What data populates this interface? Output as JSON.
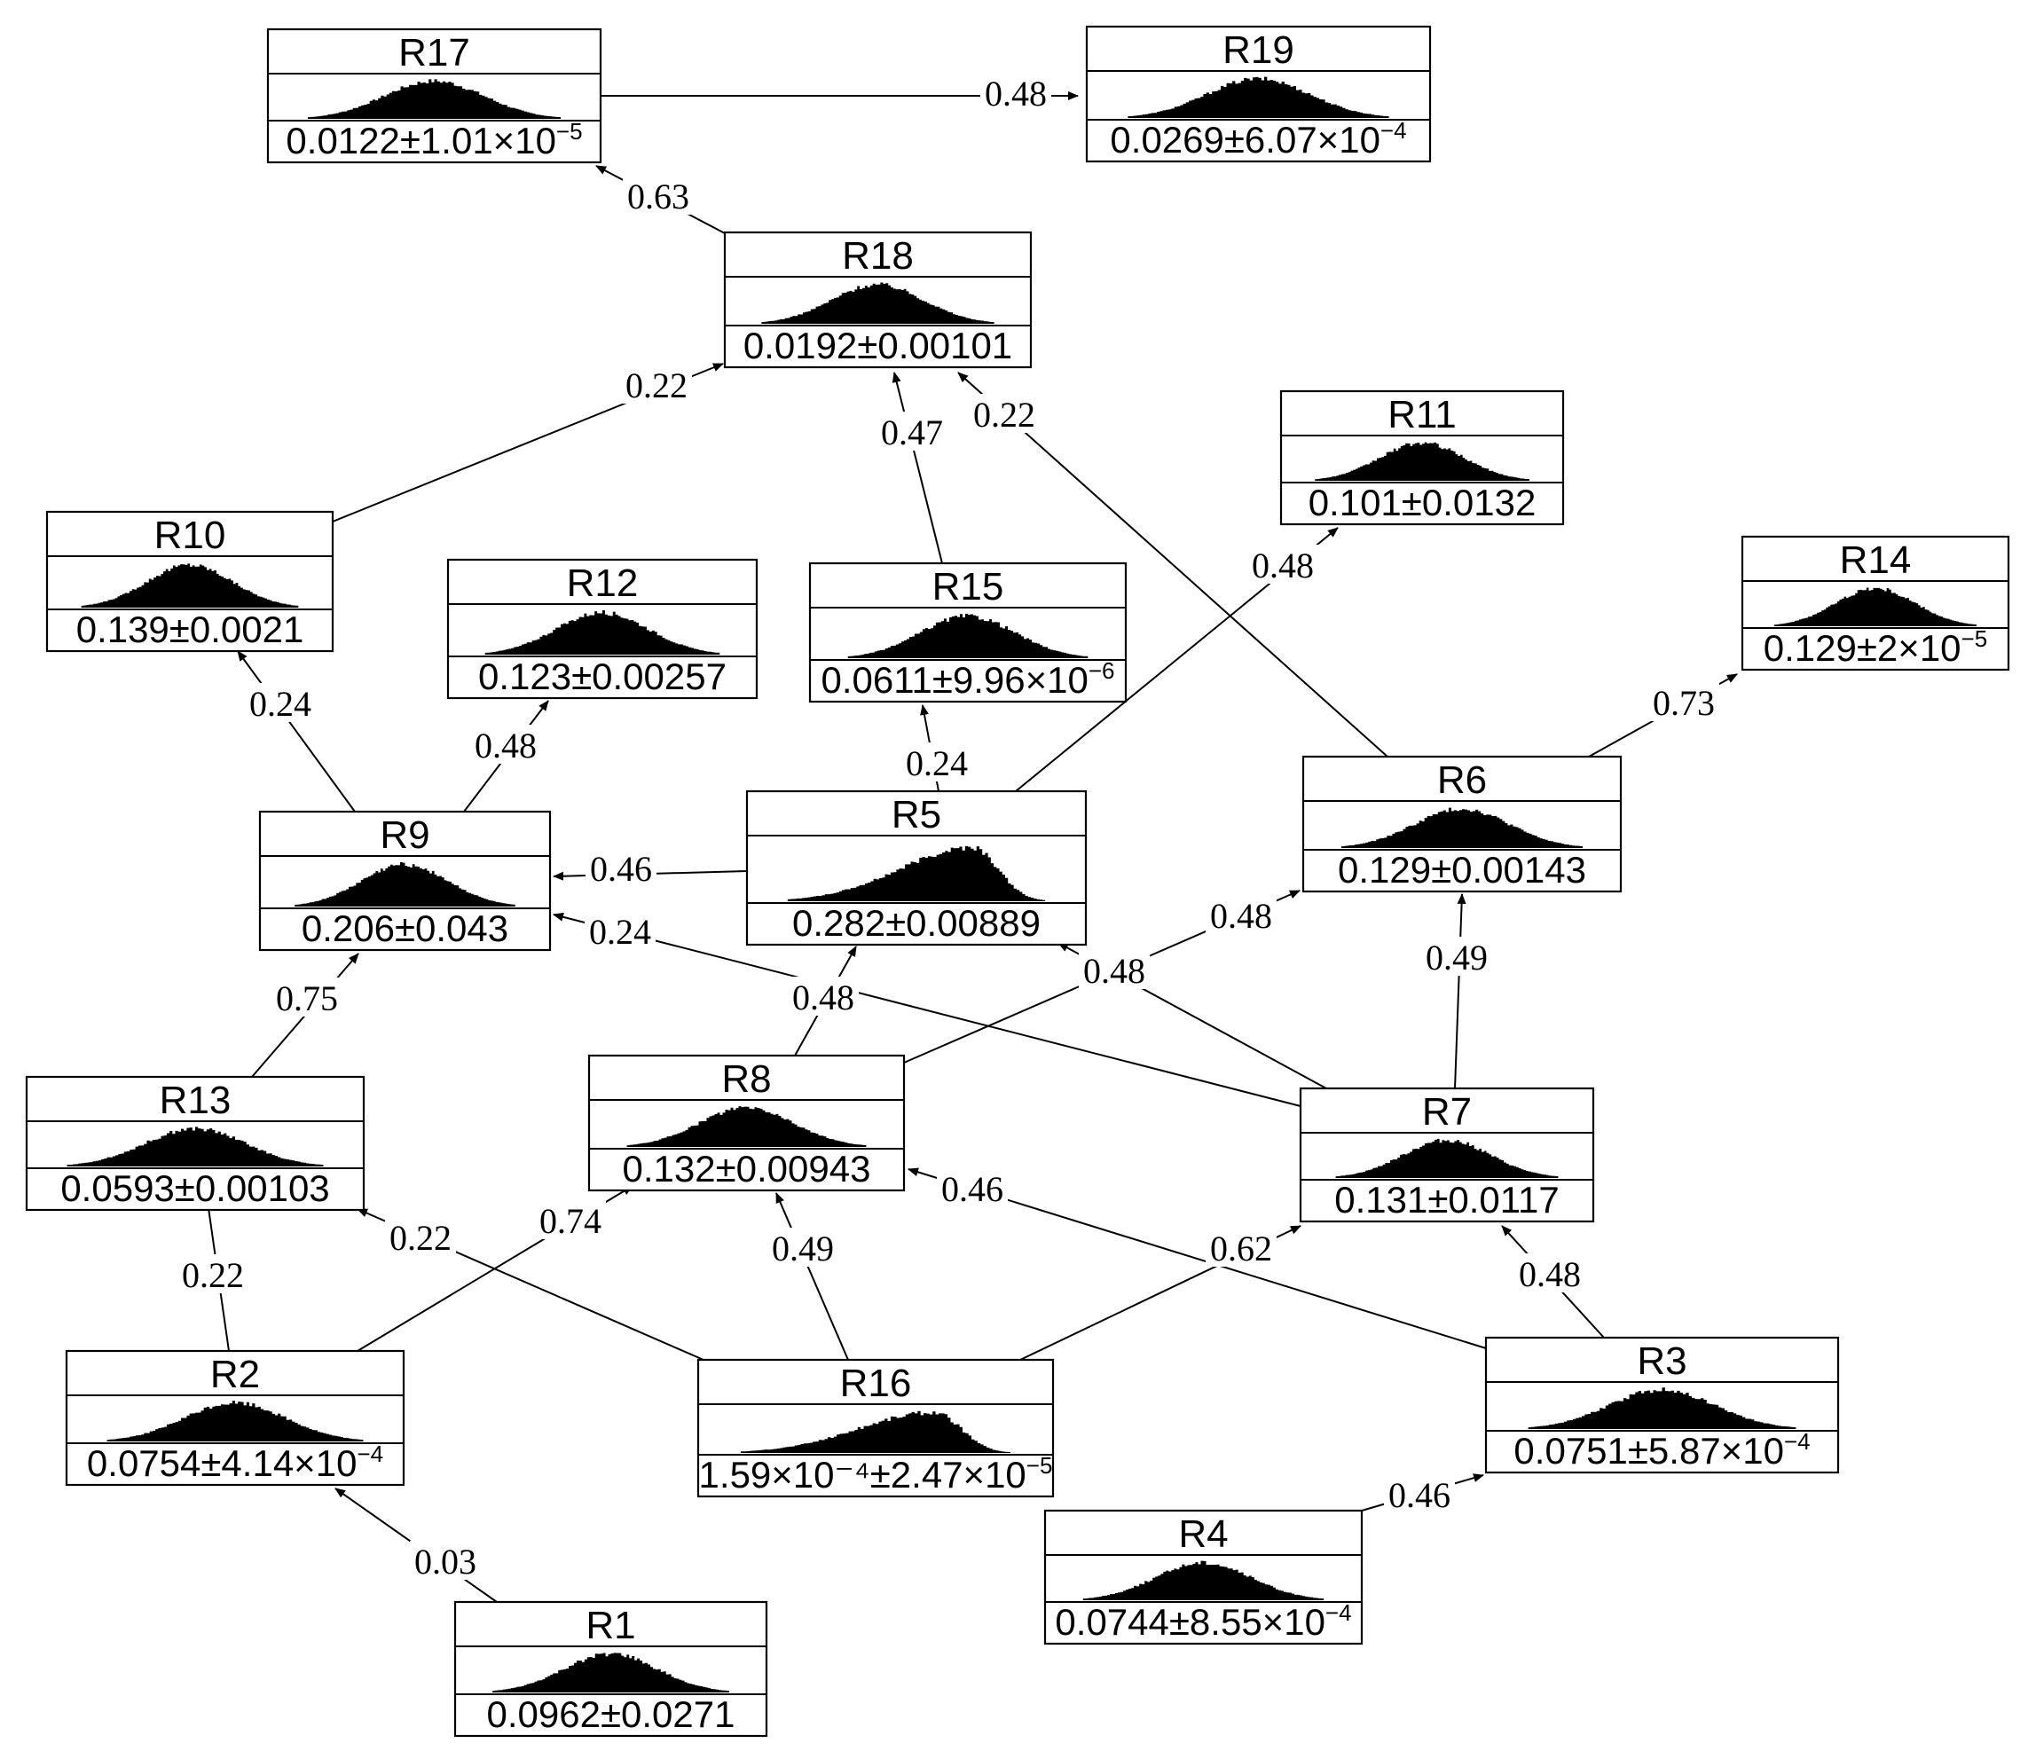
{
  "nodes": [
    {
      "id": "R17",
      "title": "R17",
      "value": "0.0122±1.01×10",
      "exp": "−5",
      "skew": 0
    },
    {
      "id": "R19",
      "title": "R19",
      "value": "0.0269±6.07×10",
      "exp": "−4",
      "skew": 0
    },
    {
      "id": "R18",
      "title": "R18",
      "value": "0.0192±0.00101",
      "exp": "",
      "skew": 0
    },
    {
      "id": "R11",
      "title": "R11",
      "value": "0.101±0.0132",
      "exp": "",
      "skew": 0
    },
    {
      "id": "R10",
      "title": "R10",
      "value": "0.139±0.0021",
      "exp": "",
      "skew": 0
    },
    {
      "id": "R12",
      "title": "R12",
      "value": "0.123±0.00257",
      "exp": "",
      "skew": 0
    },
    {
      "id": "R15",
      "title": "R15",
      "value": "0.0611±9.96×10",
      "exp": "−6",
      "skew": 0
    },
    {
      "id": "R14",
      "title": "R14",
      "value": "0.129±2×10",
      "exp": "−5",
      "skew": 0
    },
    {
      "id": "R6",
      "title": "R6",
      "value": "0.129±0.00143",
      "exp": "",
      "skew": 0
    },
    {
      "id": "R9",
      "title": "R9",
      "value": "0.206±0.043",
      "exp": "",
      "skew": 0
    },
    {
      "id": "R5",
      "title": "R5",
      "value": "0.282±0.00889",
      "exp": "",
      "skew": 1
    },
    {
      "id": "R13",
      "title": "R13",
      "value": "0.0593±0.00103",
      "exp": "",
      "skew": 0
    },
    {
      "id": "R8",
      "title": "R8",
      "value": "0.132±0.00943",
      "exp": "",
      "skew": 0
    },
    {
      "id": "R7",
      "title": "R7",
      "value": "0.131±0.0117",
      "exp": "",
      "skew": 0
    },
    {
      "id": "R2",
      "title": "R2",
      "value": "0.0754±4.14×10",
      "exp": "−4",
      "skew": 0
    },
    {
      "id": "R16",
      "title": "R16",
      "value": "1.59×10⁻⁴±2.47×10",
      "exp": "−5",
      "skew": 1
    },
    {
      "id": "R3",
      "title": "R3",
      "value": "0.0751±5.87×10",
      "exp": "−4",
      "skew": 0
    },
    {
      "id": "R4",
      "title": "R4",
      "value": "0.0744±8.55×10",
      "exp": "−4",
      "skew": 0
    },
    {
      "id": "R1",
      "title": "R1",
      "value": "0.0962±0.0271",
      "exp": "",
      "skew": 0
    }
  ],
  "edges": [
    {
      "from": "R17",
      "to": "R19",
      "weight": "0.48"
    },
    {
      "from": "R18",
      "to": "R17",
      "weight": "0.63"
    },
    {
      "from": "R10",
      "to": "R18",
      "weight": "0.22"
    },
    {
      "from": "R15",
      "to": "R18",
      "weight": "0.47"
    },
    {
      "from": "R6",
      "to": "R18",
      "weight": "0.22"
    },
    {
      "from": "R5",
      "to": "R11",
      "weight": "0.48"
    },
    {
      "from": "R9",
      "to": "R10",
      "weight": "0.24"
    },
    {
      "from": "R9",
      "to": "R12",
      "weight": "0.48"
    },
    {
      "from": "R5",
      "to": "R15",
      "weight": "0.24"
    },
    {
      "from": "R6",
      "to": "R14",
      "weight": "0.73"
    },
    {
      "from": "R5",
      "to": "R9",
      "weight": "0.46"
    },
    {
      "from": "R7",
      "to": "R9",
      "weight": "0.24"
    },
    {
      "from": "R13",
      "to": "R9",
      "weight": "0.75"
    },
    {
      "from": "R8",
      "to": "R6",
      "weight": "0.48"
    },
    {
      "from": "R7",
      "to": "R6",
      "weight": "0.49"
    },
    {
      "from": "R8",
      "to": "R5",
      "weight": "0.48"
    },
    {
      "from": "R7",
      "to": "R5",
      "weight": "0.48"
    },
    {
      "from": "R2",
      "to": "R13",
      "weight": "0.22"
    },
    {
      "from": "R16",
      "to": "R13",
      "weight": "0.22"
    },
    {
      "from": "R2",
      "to": "R8",
      "weight": "0.74"
    },
    {
      "from": "R16",
      "to": "R8",
      "weight": "0.49"
    },
    {
      "from": "R3",
      "to": "R8",
      "weight": "0.46"
    },
    {
      "from": "R16",
      "to": "R7",
      "weight": "0.62"
    },
    {
      "from": "R3",
      "to": "R7",
      "weight": "0.48"
    },
    {
      "from": "R4",
      "to": "R3",
      "weight": "0.46"
    },
    {
      "from": "R1",
      "to": "R2",
      "weight": "0.03"
    }
  ]
}
